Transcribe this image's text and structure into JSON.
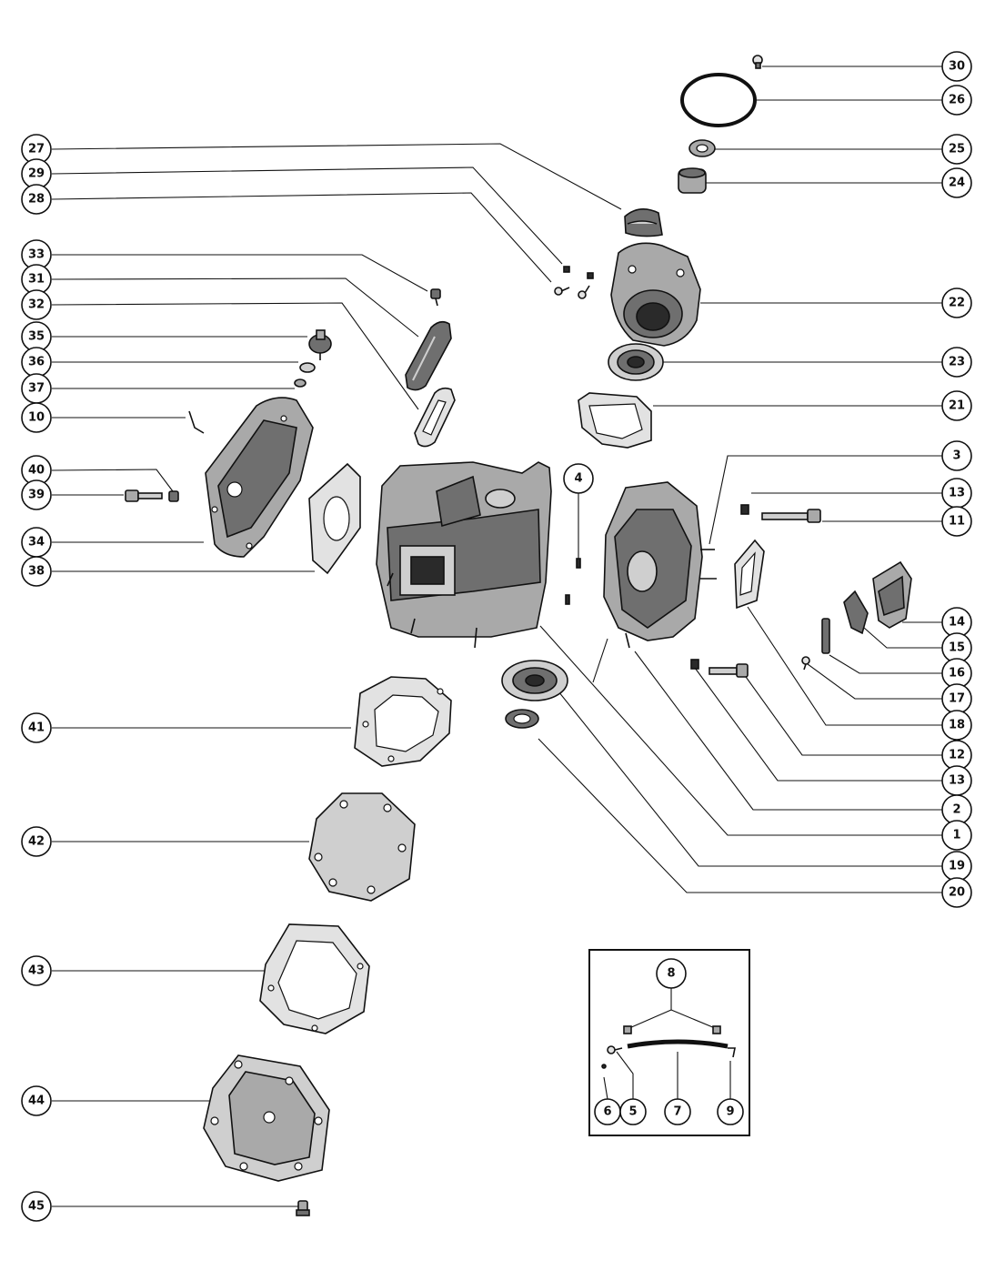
{
  "callouts": {
    "c30": "30",
    "c26": "26",
    "c25": "25",
    "c24": "24",
    "c22": "22",
    "c23": "23",
    "c21": "21",
    "c27": "27",
    "c29": "29",
    "c28": "28",
    "c33": "33",
    "c31": "31",
    "c32": "32",
    "c35": "35",
    "c36": "36",
    "c37": "37",
    "c10": "10",
    "c40": "40",
    "c39": "39",
    "c34": "34",
    "c38": "38",
    "c4": "4",
    "c3": "3",
    "c13a": "13",
    "c11": "11",
    "c14": "14",
    "c15": "15",
    "c16": "16",
    "c17": "17",
    "c18": "18",
    "c12": "12",
    "c13b": "13",
    "c2": "2",
    "c1": "1",
    "c19": "19",
    "c20": "20",
    "c41": "41",
    "c42": "42",
    "c43": "43",
    "c44": "44",
    "c45": "45",
    "c8": "8",
    "c6": "6",
    "c5": "5",
    "c7": "7",
    "c9": "9"
  }
}
